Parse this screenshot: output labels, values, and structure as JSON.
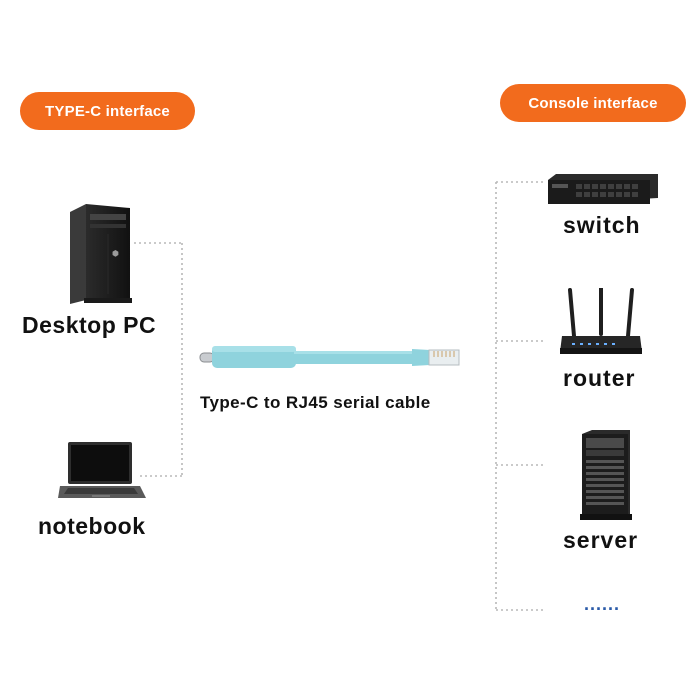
{
  "left_group": {
    "pill_label": "TYPE-C interface",
    "devices": [
      {
        "icon": "desktop-tower-icon",
        "label": "Desktop PC"
      },
      {
        "icon": "laptop-icon",
        "label": "notebook"
      }
    ]
  },
  "center": {
    "cable_label": "Type-C to RJ45 serial cable",
    "icon": "usb-c-to-rj45-cable-icon"
  },
  "right_group": {
    "pill_label": "Console interface",
    "devices": [
      {
        "icon": "network-switch-icon",
        "label": "switch"
      },
      {
        "icon": "router-icon",
        "label": "router"
      },
      {
        "icon": "server-tower-icon",
        "label": "server"
      }
    ],
    "more_indicator": "......"
  },
  "colors": {
    "accent": "#f26b1d",
    "cable": "#8fd3dd",
    "dotted_line": "#b8b8b8"
  }
}
